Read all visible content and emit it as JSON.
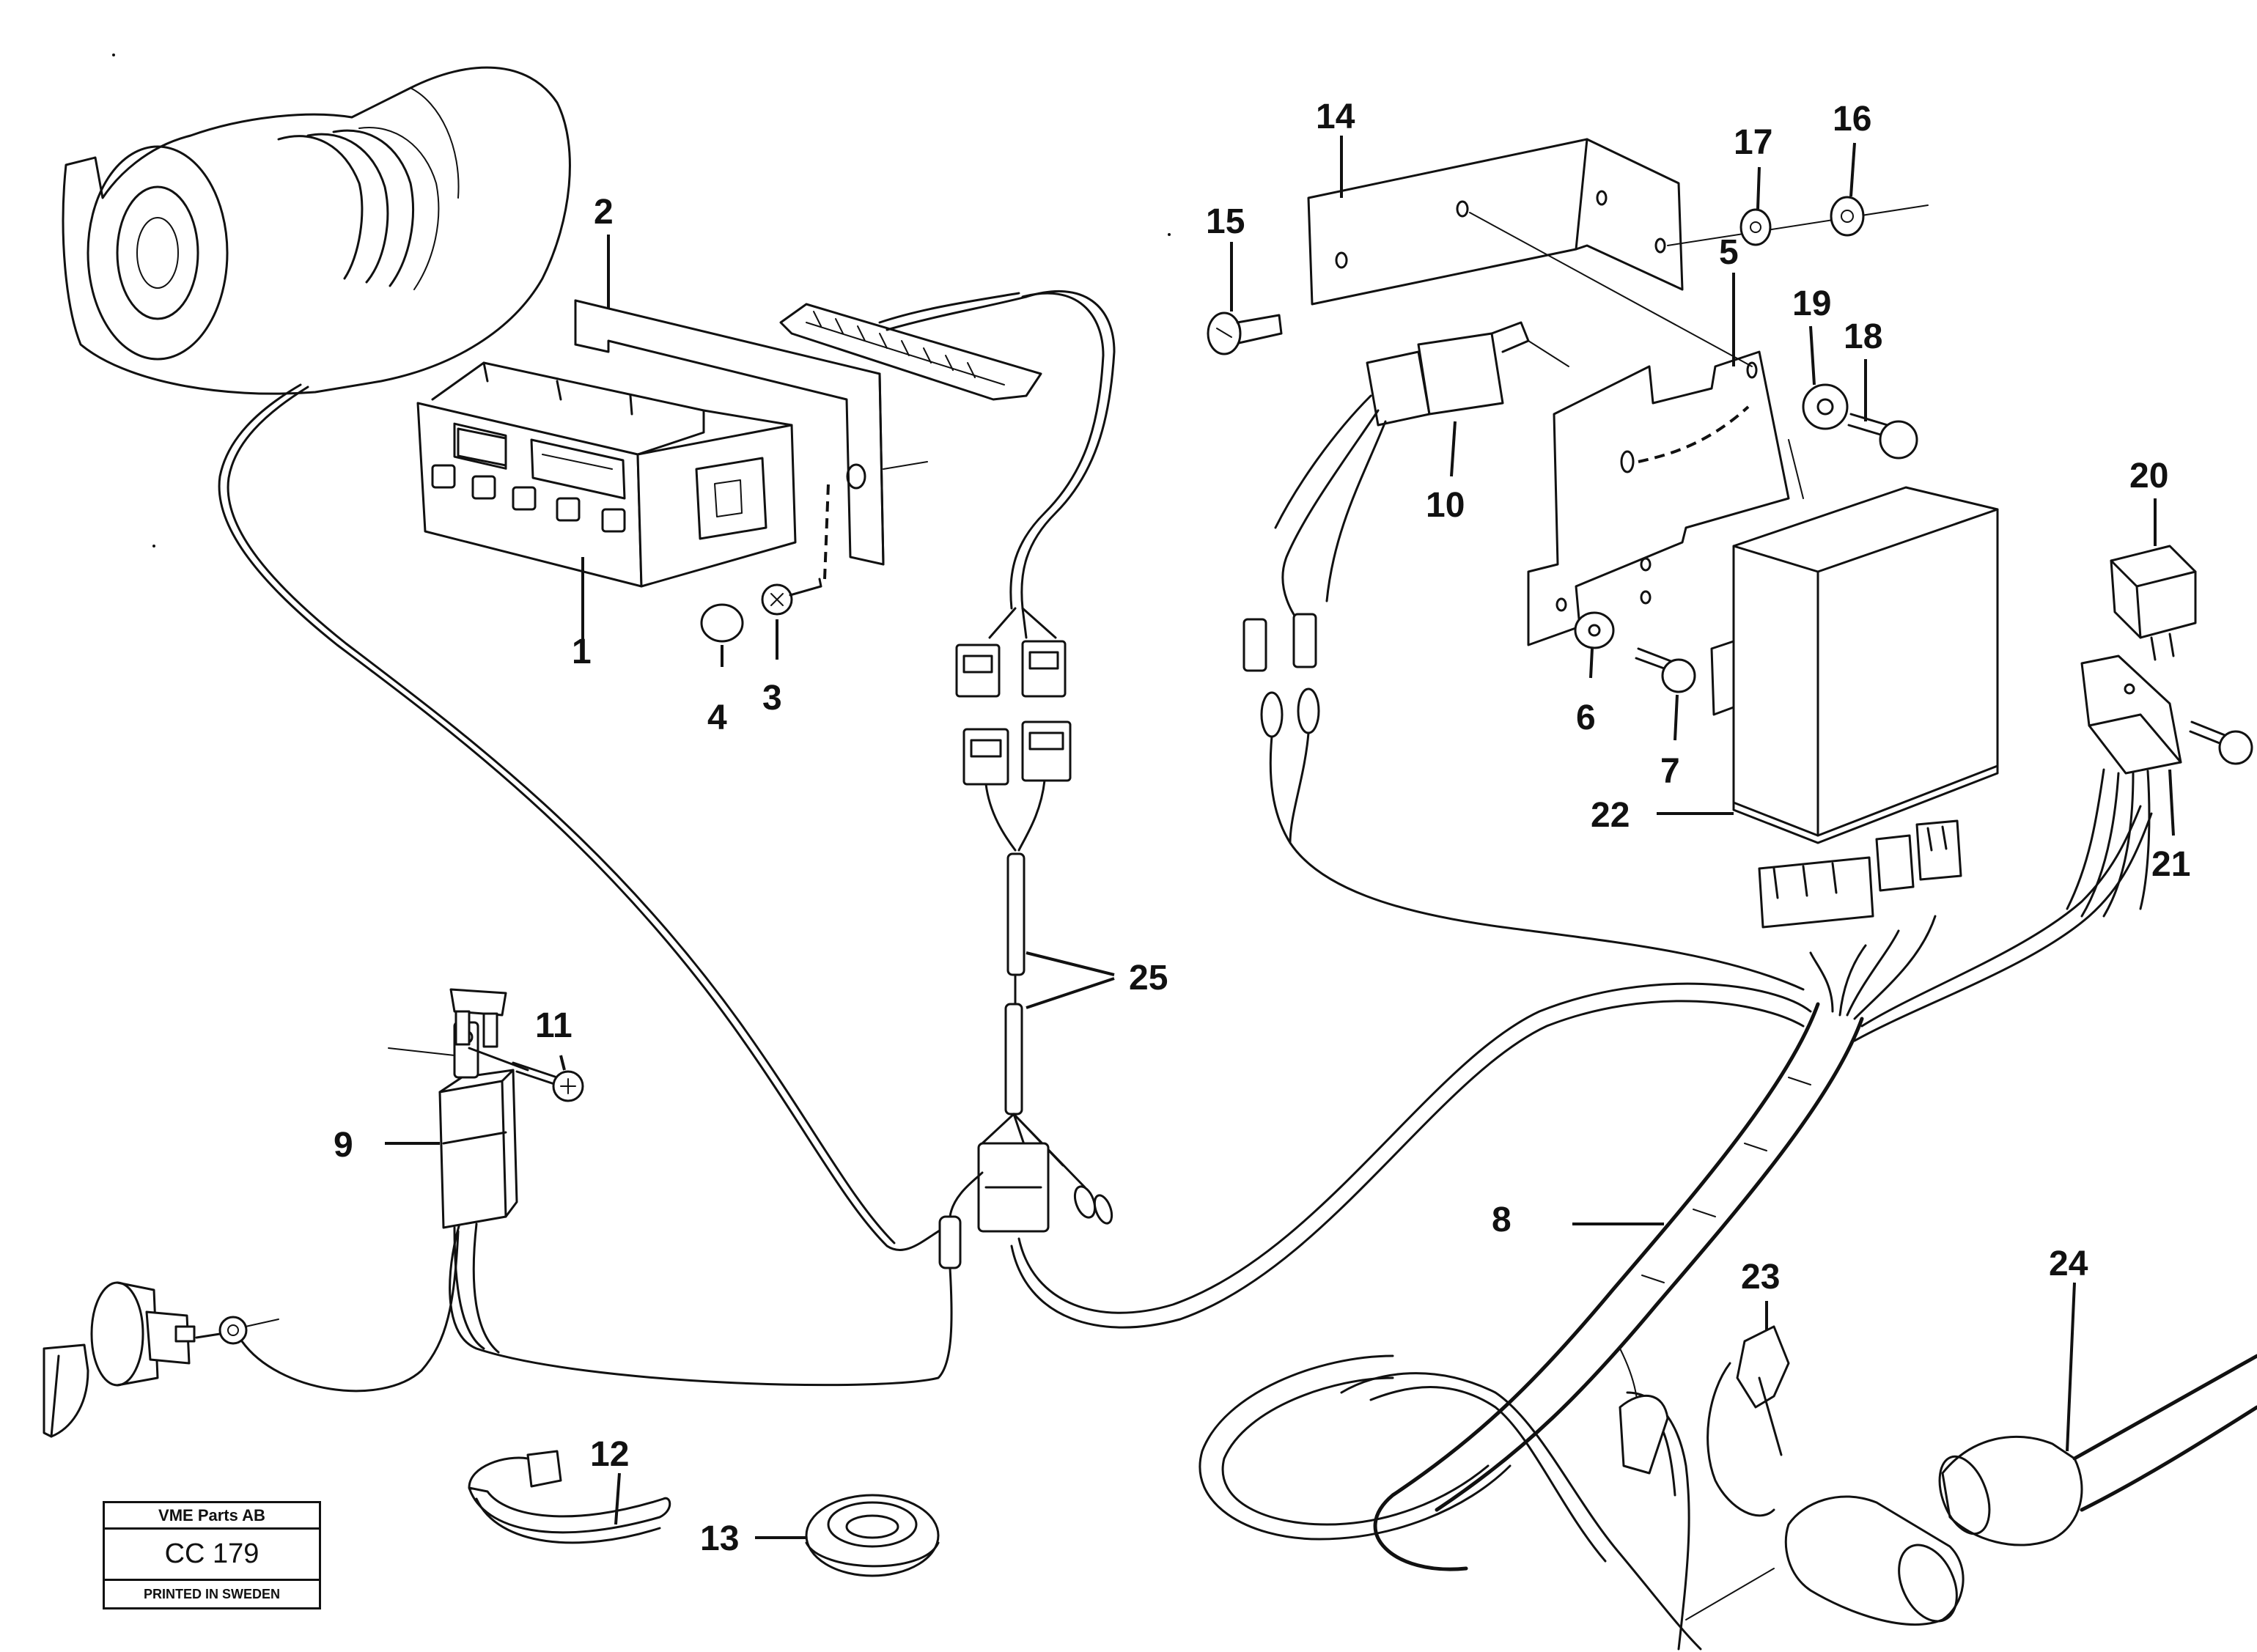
{
  "callouts": [
    "1",
    "2",
    "3",
    "4",
    "5",
    "6",
    "7",
    "8",
    "9",
    "10",
    "11",
    "12",
    "13",
    "14",
    "15",
    "16",
    "17",
    "18",
    "19",
    "20",
    "21",
    "22",
    "23",
    "24",
    "25"
  ],
  "stamp": {
    "company": "VME Parts AB",
    "code": "CC 179",
    "printed": "PRINTED IN SWEDEN"
  },
  "colors": {
    "ink": "#111111",
    "paper": "#ffffff"
  }
}
